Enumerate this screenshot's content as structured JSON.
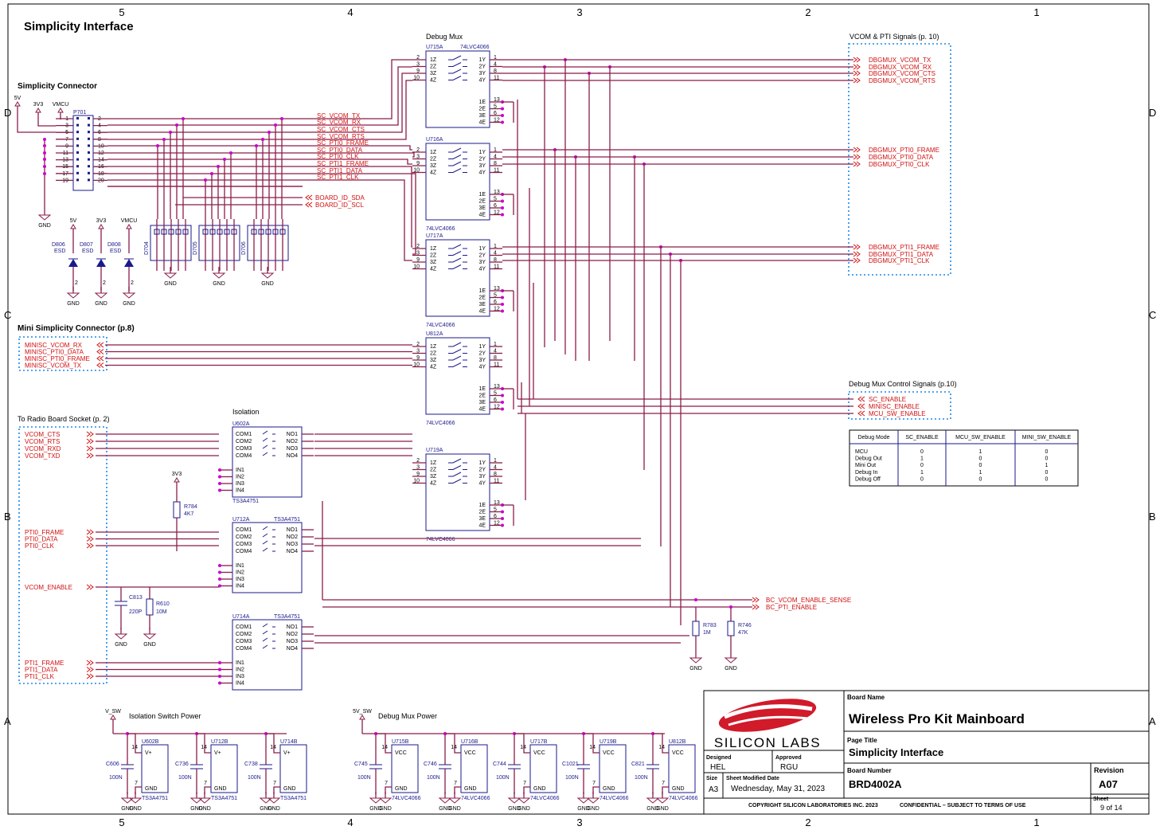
{
  "title": "Simplicity Interface",
  "zone_numbers": [
    "5",
    "4",
    "3",
    "2",
    "1"
  ],
  "zone_letters": [
    "D",
    "C",
    "B",
    "A"
  ],
  "sections": {
    "simplicity_connector": "Simplicity Connector",
    "debug_mux": "Debug Mux",
    "vcom_pti": "VCOM & PTI Signals (p. 10)",
    "mini_simplicity": "Mini Simplicity Connector (p.8)",
    "radio_board": "To Radio Board Socket (p. 2)",
    "isolation": "Isolation",
    "debug_mux_control": "Debug Mux Control Signals (p.10)",
    "isolation_power": "Isolation Switch Power",
    "debug_mux_power": "Debug Mux Power"
  },
  "connector": {
    "ref": "P701",
    "odd_pins": [
      "1",
      "3",
      "5",
      "7",
      "9",
      "11",
      "13",
      "15",
      "17",
      "19"
    ],
    "even_pins": [
      "2",
      "4",
      "6",
      "8",
      "10",
      "12",
      "14",
      "16",
      "18",
      "20"
    ],
    "signals": [
      "SC_VCOM_TX",
      "SC_VCOM_RX",
      "SC_VCOM_CTS",
      "SC_VCOM_RTS",
      "SC_PTI0_FRAME",
      "SC_PTI0_DATA",
      "SC_PTI0_CLK",
      "SC_PTI1_FRAME",
      "SC_PTI1_DATA",
      "SC_PTI1_CLK"
    ],
    "board_id": [
      "BOARD_ID_SDA",
      "BOARD_ID_SCL"
    ],
    "supplies": [
      "5V",
      "3V3",
      "VMCU"
    ],
    "gnd": "GND"
  },
  "esd": {
    "diodes": [
      {
        "ref": "D806",
        "type": "ESD",
        "rail": "5V"
      },
      {
        "ref": "D807",
        "type": "ESD",
        "rail": "3V3"
      },
      {
        "ref": "D808",
        "type": "ESD",
        "rail": "VMCU"
      }
    ],
    "arrays": [
      "D704",
      "D705",
      "D706"
    ]
  },
  "mux_chips": [
    {
      "ref": "U715A",
      "part": "74LVC4066",
      "part_pos": "top"
    },
    {
      "ref": "U716A",
      "part": "74LVC4066",
      "part_pos": "bottom"
    },
    {
      "ref": "U717A",
      "part": "74LVC4066",
      "part_pos": "bottom"
    },
    {
      "ref": "U812A",
      "part": "74LVC4066",
      "part_pos": "bottom"
    },
    {
      "ref": "U719A",
      "part": "74LVC4066",
      "part_pos": "bottom"
    }
  ],
  "mux_pin_labels": {
    "z": [
      "1Z",
      "2Z",
      "3Z",
      "4Z"
    ],
    "y": [
      "1Y",
      "2Y",
      "3Y",
      "4Y"
    ],
    "e": [
      "1E",
      "2E",
      "3E",
      "4E"
    ],
    "in_pins": [
      "2",
      "3",
      "9",
      "10"
    ],
    "out_pins": [
      "1",
      "4",
      "8",
      "11"
    ],
    "en_pins": [
      "13",
      "5",
      "6",
      "12"
    ]
  },
  "vcom_pti_signals": {
    "vcom": [
      "DBGMUX_VCOM_TX",
      "DBGMUX_VCOM_RX",
      "DBGMUX_VCOM_CTS",
      "DBGMUX_VCOM_RTS"
    ],
    "pti0": [
      "DBGMUX_PTI0_FRAME",
      "DBGMUX_PTI0_DATA",
      "DBGMUX_PTI0_CLK"
    ],
    "pti1": [
      "DBGMUX_PTI1_FRAME",
      "DBGMUX_PTI1_DATA",
      "DBGMUX_PTI1_CLK"
    ]
  },
  "mini_signals": [
    "MINISC_VCOM_RX",
    "MINISC_PTI0_DATA",
    "MINISC_PTI0_FRAME",
    "MINISC_VCOM_TX"
  ],
  "control_signals": [
    "SC_ENABLE",
    "MINISC_ENABLE",
    "MCU_SW_ENABLE"
  ],
  "radio_signals": {
    "vcom": [
      "VCOM_CTS",
      "VCOM_RTS",
      "VCOM_RXD",
      "VCOM_TXD"
    ],
    "pti0": [
      "PTI0_FRAME",
      "PTI0_DATA",
      "PTI0_CLK"
    ],
    "enable": "VCOM_ENABLE",
    "pti1": [
      "PTI1_FRAME",
      "PTI1_DATA",
      "PTI1_CLK"
    ]
  },
  "iso_chips": [
    {
      "ref": "U602A",
      "part": "TS3A4751"
    },
    {
      "ref": "U712A",
      "part": "TS3A4751"
    },
    {
      "ref": "U714A",
      "part": "TS3A4751"
    }
  ],
  "iso_pin_labels": {
    "com": [
      "COM1",
      "COM2",
      "COM3",
      "COM4"
    ],
    "no": [
      "NO1",
      "NO2",
      "NO3",
      "NO4"
    ],
    "inp": [
      "IN1",
      "IN2",
      "IN3",
      "IN4"
    ]
  },
  "bc_signals": [
    "BC_VCOM_ENABLE_SENSE",
    "BC_PTI_ENABLE"
  ],
  "passives": {
    "R784": {
      "ref": "R784",
      "value": "4K7",
      "rail": "3V3"
    },
    "C813": {
      "ref": "C813",
      "value": "220P"
    },
    "R610": {
      "ref": "R610",
      "value": "10M"
    },
    "R783": {
      "ref": "R783",
      "value": "1M"
    },
    "R746": {
      "ref": "R746",
      "value": "47K"
    }
  },
  "mode_table": {
    "headers": [
      "Debug Mode",
      "SC_ENABLE",
      "MCU_SW_ENABLE",
      "MINI_SW_ENABLE"
    ],
    "rows": [
      [
        "MCU",
        "0",
        "1",
        "0"
      ],
      [
        "Debug Out",
        "1",
        "0",
        "0"
      ],
      [
        "Mini Out",
        "0",
        "0",
        "1"
      ],
      [
        "Debug In",
        "1",
        "1",
        "0"
      ],
      [
        "Debug Off",
        "0",
        "0",
        "0"
      ]
    ]
  },
  "power": {
    "iso_rail": "V_SW",
    "mux_rail": "5V_SW",
    "iso": [
      {
        "cap": "C606",
        "value": "100N",
        "chip": "U602B",
        "part": "TS3A4751",
        "vpin": "V+"
      },
      {
        "cap": "C736",
        "value": "100N",
        "chip": "U712B",
        "part": "TS3A4751",
        "vpin": "V+"
      },
      {
        "cap": "C738",
        "value": "100N",
        "chip": "U714B",
        "part": "TS3A4751",
        "vpin": "V+"
      }
    ],
    "mux": [
      {
        "cap": "C745",
        "value": "100N",
        "chip": "U715B",
        "part": "74LVC4066",
        "vpin": "VCC"
      },
      {
        "cap": "C746",
        "value": "100N",
        "chip": "U716B",
        "part": "74LVC4066",
        "vpin": "VCC"
      },
      {
        "cap": "C744",
        "value": "100N",
        "chip": "U717B",
        "part": "74LVC4066",
        "vpin": "VCC"
      },
      {
        "cap": "C1021",
        "value": "100N",
        "chip": "U719B",
        "part": "74LVC4066",
        "vpin": "VCC"
      },
      {
        "cap": "C821",
        "value": "100N",
        "chip": "U812B",
        "part": "74LVC4066",
        "vpin": "VCC"
      }
    ],
    "gnd_pin": "GND",
    "pin_top": "14",
    "pin_bot": "7"
  },
  "title_block": {
    "logo": "SILICON LABS",
    "board_name_label": "Board Name",
    "board_name": "Wireless Pro Kit Mainboard",
    "page_title_label": "Page Title",
    "page_title": "Simplicity Interface",
    "designed_label": "Designed",
    "designed": "HEL",
    "approved_label": "Approved",
    "approved": "RGU",
    "size_label": "Size",
    "size": "A3",
    "modified_label": "Sheet Modified Date",
    "modified": "Wednesday, May 31, 2023",
    "board_number_label": "Board Number",
    "board_number": "BRD4002A",
    "revision_label": "Revision",
    "revision": "A07",
    "sheet_label": "Sheet",
    "sheet": "9 of 14",
    "copyright": "COPYRIGHT SILICON LABORATORIES INC. 2023",
    "confidential": "CONFIDENTIAL – SUBJECT TO TERMS OF USE"
  }
}
